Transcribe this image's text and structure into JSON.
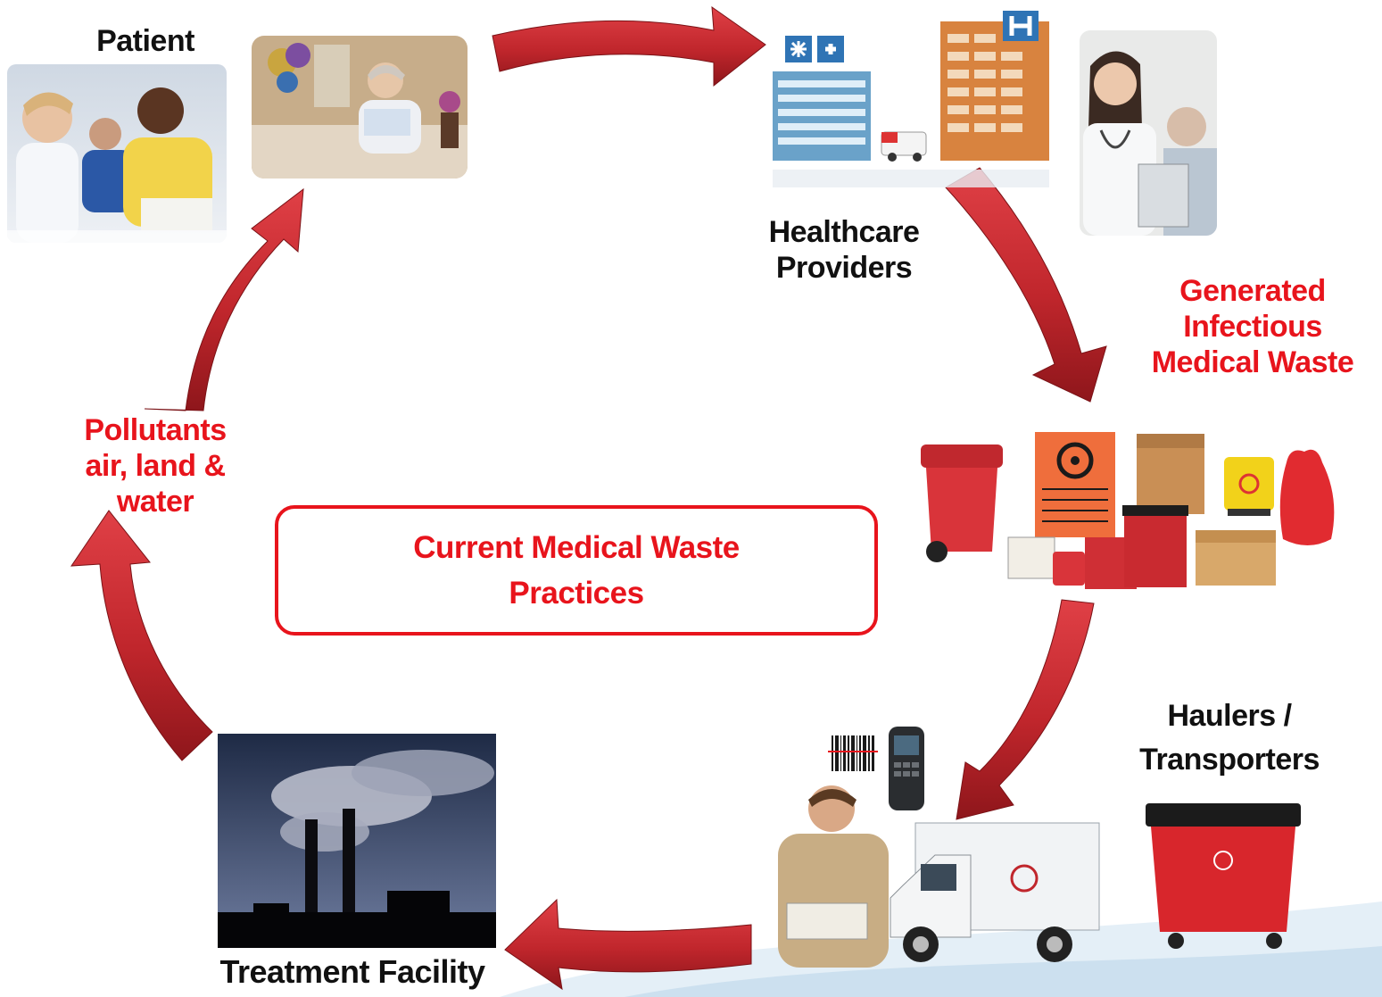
{
  "center_title": "Current  Medical Waste Practices",
  "nodes": {
    "patient": "Patient",
    "healthcare_line1": "Healthcare",
    "healthcare_line2": "Providers",
    "generated_line1": "Generated",
    "generated_line2": "Infectious",
    "generated_line3": "Medical Waste",
    "haulers_line1": "Haulers /",
    "haulers_line2": "Transporters",
    "treatment": "Treatment Facility",
    "pollutants_line1": "Pollutants",
    "pollutants_line2": "air, land &",
    "pollutants_line3": "water"
  },
  "colors": {
    "arrow": "#c0262c",
    "arrow_dark": "#8e161b",
    "red_text": "#e8141c",
    "black_text": "#111111",
    "wave": "#cfe3f1"
  }
}
